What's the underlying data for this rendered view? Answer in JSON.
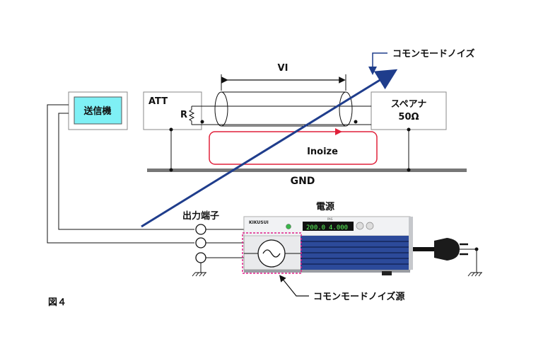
{
  "labels": {
    "common_mode_noise": "コモンモードノイズ",
    "vi": "VI",
    "transmitter": "送信機",
    "att": "ATT",
    "resistor": "R",
    "analyzer_line1": "スペアナ",
    "analyzer_line2": "50Ω",
    "inoize": "Inoize",
    "gnd": "GND",
    "power_supply": "電源",
    "output_terminal": "出力端子",
    "noise_source": "コモンモードノイズ源",
    "figure": "図４"
  },
  "panel": {
    "brand": "KIKUSUI",
    "model": "PAS",
    "display_voltage": "200.0",
    "display_current": "4.000"
  },
  "colors": {
    "transmitter_fill": "#7ff0f5",
    "arrow_blue": "#1f3d8c",
    "loop_red": "#e0203a",
    "noise_box": "#e0208a",
    "psu_blue": "#2c4a9a"
  }
}
